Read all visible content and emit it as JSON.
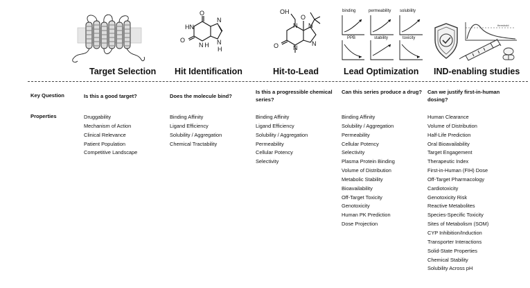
{
  "stages": [
    {
      "id": "target",
      "title": "Target Selection",
      "question": "Is this a good target?",
      "properties": [
        "Druggability",
        "Mechanism of Action",
        "Clinical Relevance",
        "Patient Population",
        "Competitive Landscape"
      ]
    },
    {
      "id": "hit",
      "title": "Hit Identification",
      "question": "Does the molecule bind?",
      "properties": [
        "Binding Affinity",
        "Ligand Efficiency",
        "Solubility / Aggregation",
        "Chemical Tractability"
      ]
    },
    {
      "id": "h2l",
      "title": "Hit-to-Lead",
      "question": "Is this a progressible chemical series?",
      "properties": [
        "Binding Affinity",
        "Ligand Efficiency",
        "Solubility / Aggregation",
        "Permeability",
        "Cellular Potency",
        "Selectivity"
      ]
    },
    {
      "id": "leadopt",
      "title": "Lead Optimization",
      "question": "Can this series produce a drug?",
      "properties": [
        "Binding Affinity",
        "Solubility / Aggregation",
        "Permeability",
        "Cellular Potency",
        "Selectivity",
        "Plasma Protein Binding",
        "Volume of Distribution",
        "Metabolic Stability",
        "Bioavailability",
        "Off-Target Toxicity",
        "Genotoxicity",
        "Human PK Prediction",
        "Dose Projection"
      ]
    },
    {
      "id": "ind",
      "title": "IND-enabling studies",
      "question": "Can we justify first-in-human dosing?",
      "properties": [
        "Human Clearance",
        "Volume of Distribution",
        "Half-Life Prediction",
        "Oral Bioavailability",
        "Target Engagement",
        "Therapeutic Index",
        "First-in-Human (FIH) Dose",
        "Off-Target Pharmacology",
        "Cardiotoxicity",
        "Genotoxicity Risk",
        "Reactive Metabolites",
        "Species-Specific Toxicity",
        "Sites of Metabolism (SOM)",
        "CYP Inhibition/Induction",
        "Transporter Interactions",
        "Solid-State Properties",
        "Chemical Stability",
        "Solubility Across pH"
      ]
    }
  ],
  "row_labels": {
    "question": "Key Question",
    "properties": "Properties"
  },
  "mini_plots": [
    "binding",
    "permeability",
    "solubility",
    "PPB",
    "stability",
    "toxicity"
  ],
  "xanthine_atoms": {
    "o": "O",
    "hn": "HN",
    "nh": "N H",
    "n": "N",
    "h": "H"
  },
  "caffeine_atoms": {
    "oh": "OH",
    "o": "O",
    "n": "N"
  },
  "ind_graph_label": "threshold",
  "colors": {
    "text": "#111111",
    "divider": "#444444",
    "icon": "#333333"
  }
}
